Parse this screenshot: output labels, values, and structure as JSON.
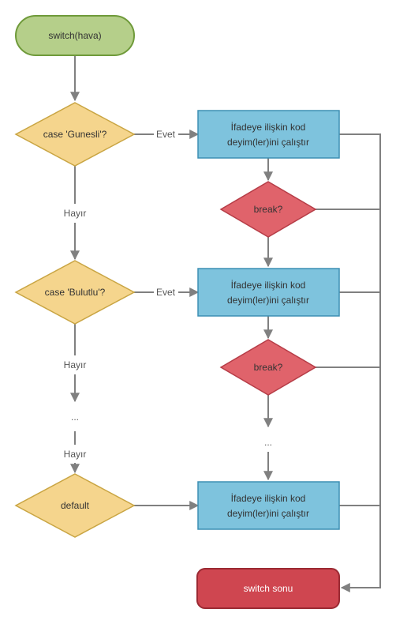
{
  "colors": {
    "start_fill": "#b5cf8a",
    "start_stroke": "#6f9a3a",
    "decision_fill": "#f5d58d",
    "decision_stroke": "#c9a543",
    "process_fill": "#7ec3dd",
    "process_stroke": "#3d8fb3",
    "break_fill": "#e0636b",
    "break_stroke": "#b63d47",
    "end_fill": "#cf4650",
    "end_stroke": "#9b2a33",
    "line": "#808080"
  },
  "nodes": {
    "start": "switch(hava)",
    "case1": "case 'Gunesli'?",
    "case2": "case 'Bulutlu'?",
    "default": "default",
    "process_line1": "İfadeye ilişkin kod",
    "process_line2": "deyim(ler)ini çalıştır",
    "break": "break?",
    "end": "switch sonu",
    "ellipsis": "..."
  },
  "edges": {
    "yes": "Evet",
    "no": "Hayır"
  }
}
